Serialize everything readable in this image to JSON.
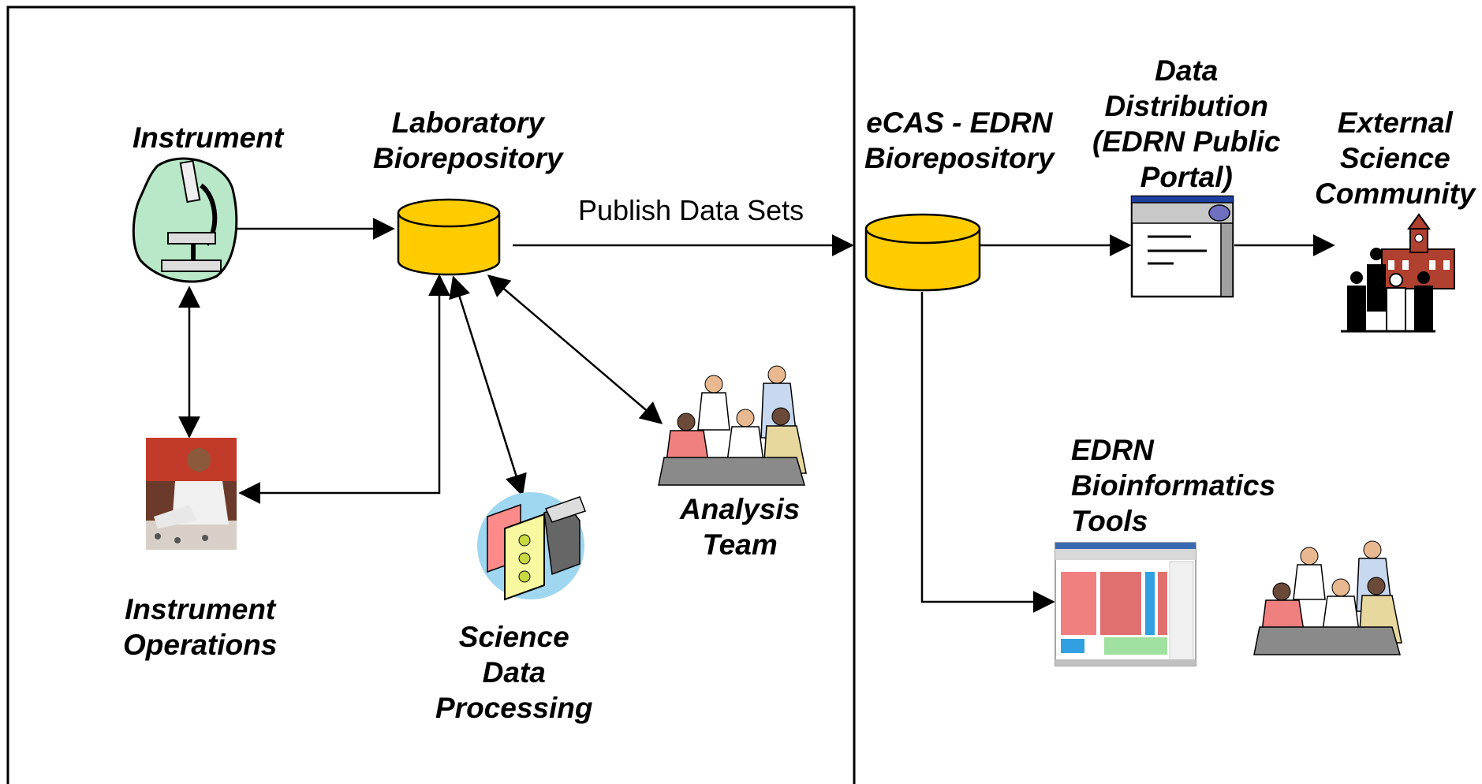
{
  "labels": {
    "instrument": "Instrument",
    "lab_biorepository": "Laboratory\nBiorepository",
    "publish_data_sets": "Publish Data Sets",
    "ecas_biorepository": "eCAS - EDRN\nBiorepository",
    "data_distribution": "Data\nDistribution\n(EDRN Public\nPortal)",
    "external_community": "External\nScience\nCommunity",
    "instrument_operations": "Instrument\nOperations",
    "science_data_processing": "Science\nData\nProcessing",
    "analysis_team": "Analysis\nTeam",
    "bioinformatics_tools": "EDRN\nBioinformatics\nTools"
  },
  "colors": {
    "database_fill": "#FFCC00",
    "database_stroke": "#000000",
    "portal_header": "#1F3FA0",
    "portal_button": "#6F6FC0",
    "microscope_bg": "#B8E8C8",
    "line": "#000000"
  },
  "icons": {
    "instrument": "microscope-icon",
    "lab_db": "database-icon",
    "ecas_db": "database-icon",
    "portal": "browser-window-icon",
    "external": "meeting-hall-icon",
    "operator": "lab-technician-icon",
    "processing": "data-processing-icon",
    "analysis": "team-meeting-icon",
    "tools": "spreadsheet-screenshot-icon",
    "tools_team": "team-meeting-icon"
  }
}
